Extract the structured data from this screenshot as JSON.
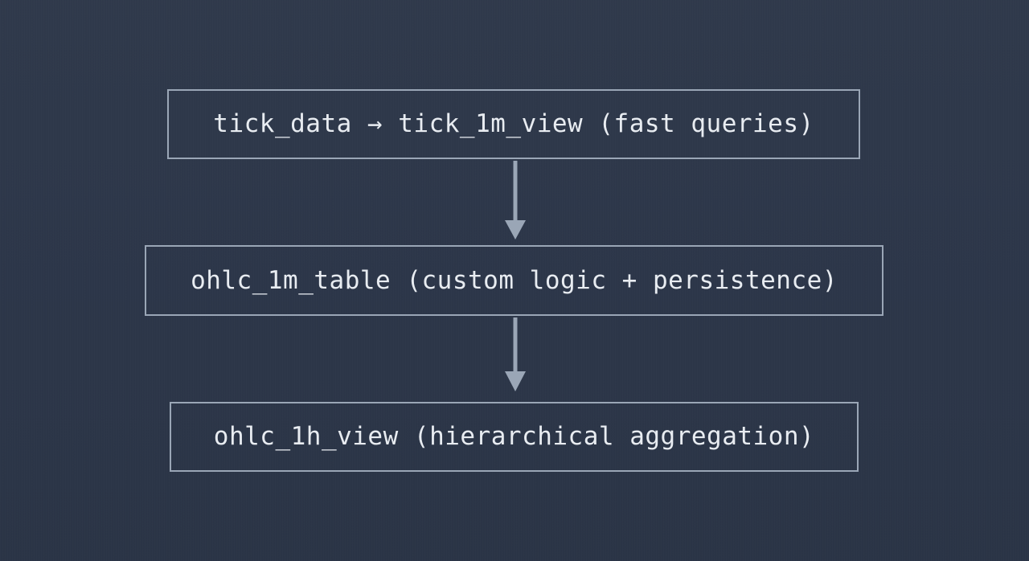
{
  "theme": {
    "background_color": "#2e3849",
    "border_color": "#9aa6b6",
    "text_color": "#e8ecf1",
    "arrow_color": "#9aa6b6"
  },
  "diagram": {
    "type": "flowchart",
    "direction": "top-to-bottom",
    "nodes": [
      {
        "id": "tick-view",
        "label": "tick_data → tick_1m_view (fast queries)",
        "shape": "rectangle"
      },
      {
        "id": "ohlc-1m-table",
        "label": "ohlc_1m_table (custom logic + persistence)",
        "shape": "rectangle"
      },
      {
        "id": "ohlc-1h-view",
        "label": "ohlc_1h_view (hierarchical aggregation)",
        "shape": "rectangle"
      }
    ],
    "edges": [
      {
        "id": "edge-1",
        "from": "tick-view",
        "to": "ohlc-1m-table",
        "label": "",
        "arrowhead": "solid-triangle"
      },
      {
        "id": "edge-2",
        "from": "ohlc-1m-table",
        "to": "ohlc-1h-view",
        "label": "",
        "arrowhead": "solid-triangle"
      }
    ]
  }
}
